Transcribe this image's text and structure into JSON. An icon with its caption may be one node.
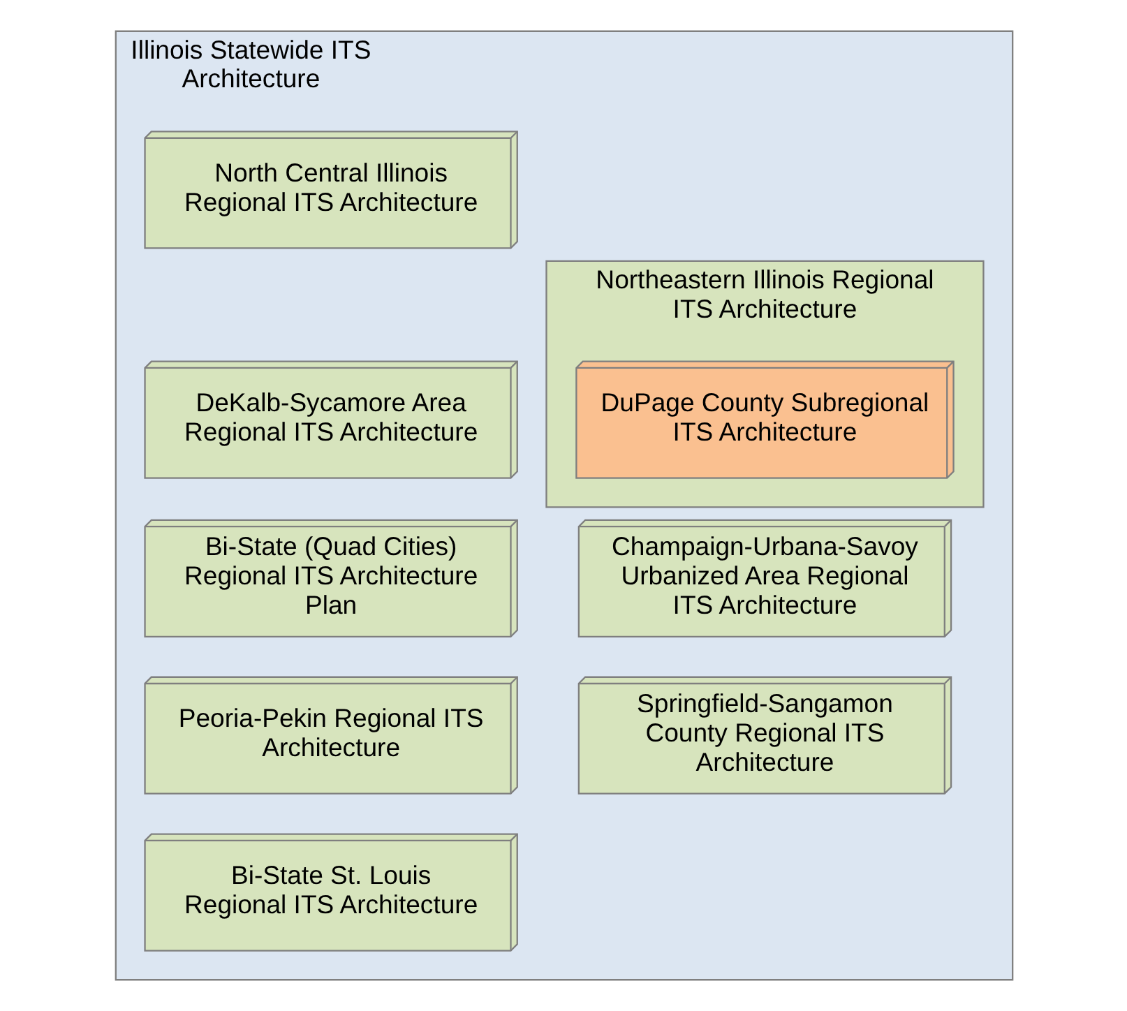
{
  "diagram": {
    "nodes": [
      {
        "text": [
          "Illinois Statewide ITS Architecture"
        ]
      },
      {
        "text": [
          "North Central Illinois Regional ITS Architecture"
        ],
        "in": 0
      },
      {
        "text": [
          "DeKalb-Sycamore Area Regional ITS Architecture"
        ],
        "in": 0
      },
      {
        "text": [
          "Bi-State (Quad Cities) Regional ITS Architecture Plan"
        ],
        "in": 0
      },
      {
        "text": [
          "Peoria-Pekin Regional ITS Architecture"
        ],
        "in": 0
      },
      {
        "text": [
          "Bi-State St. Louis Regional ITS Architecture"
        ],
        "in": 0
      },
      {
        "text": [
          "Northeastern Illinois Regional ITS Architecture"
        ],
        "in": 0
      },
      {
        "text": [
          "DuPage County Subregional ITS Architecture"
        ],
        "in": 6
      },
      {
        "text": [
          "Champaign-Urbana-Savoy Urbanized Area Regional ITS Architecture"
        ],
        "in": 0
      },
      {
        "text": [
          "Springfield-Sangamon County Regional ITS Architecture"
        ],
        "in": 0
      }
    ],
    "edges": []
  }
}
